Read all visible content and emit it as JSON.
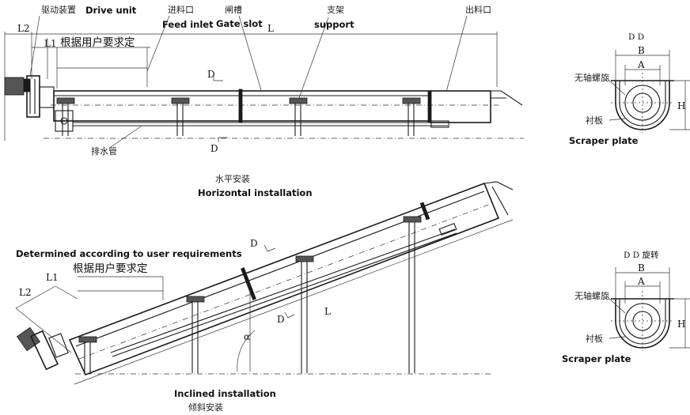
{
  "horizontal": {
    "labels": {
      "drive_cn": "驱动装置",
      "drive_en": "Drive unit",
      "feed_cn": "进料口",
      "feed_en": "Feed inlet",
      "gate_cn": "闸槽",
      "gate_en": "Gate slot",
      "support_cn": "支架",
      "support_en": "support",
      "outlet_cn": "出料口",
      "drain_cn": "排水管",
      "user_req_cn": "根据用户要求定",
      "caption_cn": "水平安装",
      "caption_en": "Horizontal installation"
    },
    "dims": {
      "L2": "L2",
      "L1": "L1",
      "L": "L",
      "D": "D",
      "D2": "D"
    }
  },
  "inclined": {
    "labels": {
      "user_req_en": "Determined according to user requirements",
      "user_req_cn": "根据用户要求定",
      "caption_en": "Inclined installation",
      "caption_cn": "倾斜安装"
    },
    "dims": {
      "L2": "L2",
      "L1": "L1",
      "L": "L",
      "D": "D",
      "D2": "D",
      "alpha": "α"
    }
  },
  "section_top": {
    "title": "D  D",
    "B": "B",
    "A": "A",
    "H": "H",
    "spiral_cn": "无轴螺旋",
    "plate_cn": "衬板",
    "plate_en": "Scraper plate"
  },
  "section_bottom": {
    "title": "D  D 旋转",
    "B": "B",
    "A": "A",
    "H": "H",
    "spiral_cn": "无轴螺旋",
    "plate_cn": "衬板",
    "plate_en": "Scraper plate"
  }
}
